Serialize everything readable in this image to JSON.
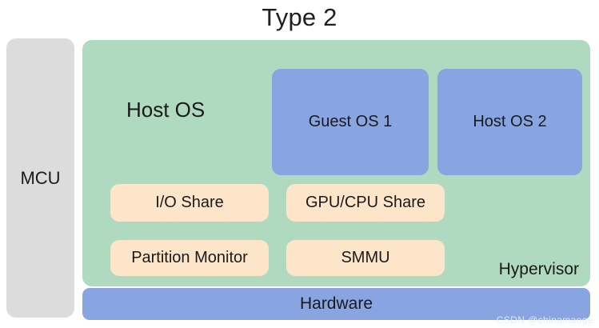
{
  "diagram": {
    "title": "Type 2",
    "colors": {
      "background": "#ffffff",
      "mcu_fill": "#dcdcdc",
      "hypervisor_fill": "#afdac0",
      "os_box_fill": "#88a5e2",
      "service_box_fill": "#fce5c8",
      "hardware_fill": "#88a5e2",
      "text": "#1a1a1a",
      "title_text": "#1f1f1f",
      "watermark_text": "#e3ecfb"
    },
    "mcu": {
      "label": "MCU"
    },
    "hypervisor": {
      "host_os_label": "Host OS",
      "corner_label": "Hypervisor",
      "os_boxes": [
        {
          "label": "Guest OS 1"
        },
        {
          "label": "Host OS 2"
        }
      ],
      "service_boxes": [
        {
          "label": "I/O Share"
        },
        {
          "label": "GPU/CPU Share"
        },
        {
          "label": "Partition Monitor"
        },
        {
          "label": "SMMU"
        }
      ]
    },
    "hardware": {
      "label": "Hardware"
    },
    "watermark": {
      "text": "CSDN @chinamaoge"
    }
  }
}
